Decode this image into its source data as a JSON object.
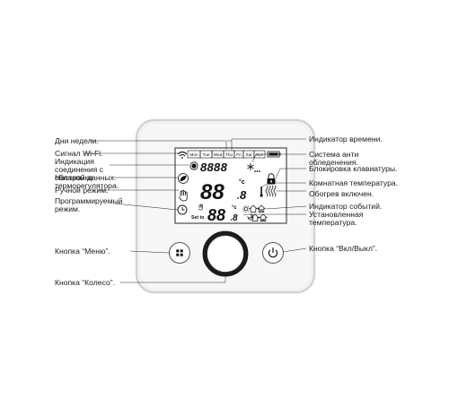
{
  "labels_left": {
    "days_of_week": "Дни недели.",
    "wifi_signal": "Сигнал Wi-Fi.",
    "cloud_connection": "Индикация соединения с облаком данных.",
    "thermostat_settings": "Настройки терморегулятора.",
    "manual_mode": "Ручной режим.",
    "programmable_mode": "Программируемый режим.",
    "menu_button": "Кнопка “Меню”.",
    "wheel_button": "Кнопка “Колесо”."
  },
  "labels_right": {
    "time_indicator": "Индикатор времени.",
    "anti_freeze": "Система анти обледенения.",
    "keypad_lock": "Блокировка клавиатуры.",
    "room_temperature": "Комнатная температура.",
    "heating_on": "Обогрев включен.",
    "event_indicator": "Индикатор событий.",
    "set_temperature": "Установленная температура.",
    "power_button": "Кнопка “Вкл/Выкл”."
  },
  "display": {
    "days": [
      "Mon",
      "Tue",
      "Wed",
      "Thu",
      "Fri",
      "Sat",
      "Sun"
    ],
    "clock": "8888",
    "room_temp_int": "88",
    "room_temp_dec": "8",
    "set_temp_int": "88",
    "set_temp_dec": "8",
    "unit": "°c",
    "set_to": "Set to"
  },
  "icons": {
    "wifi": "wifi-icon",
    "battery": "battery-icon",
    "cloud": "cloud-dot-icon",
    "leaf": "leaf-icon",
    "hand": "hand-icon",
    "clock": "clock-icon",
    "snowflake": "snowflake-icon",
    "lock": "lock-icon",
    "thermometer": "thermometer-icon",
    "heating": "heat-waves-icon",
    "events": "event-icons",
    "menu": "grid-icon",
    "power": "power-icon"
  },
  "colors": {
    "device_body": "#f7f7f7",
    "device_border": "#d4d4d4",
    "lcd_frame": "#2a2a2a",
    "segment": "#111111",
    "label_text": "#1a1a1a"
  }
}
